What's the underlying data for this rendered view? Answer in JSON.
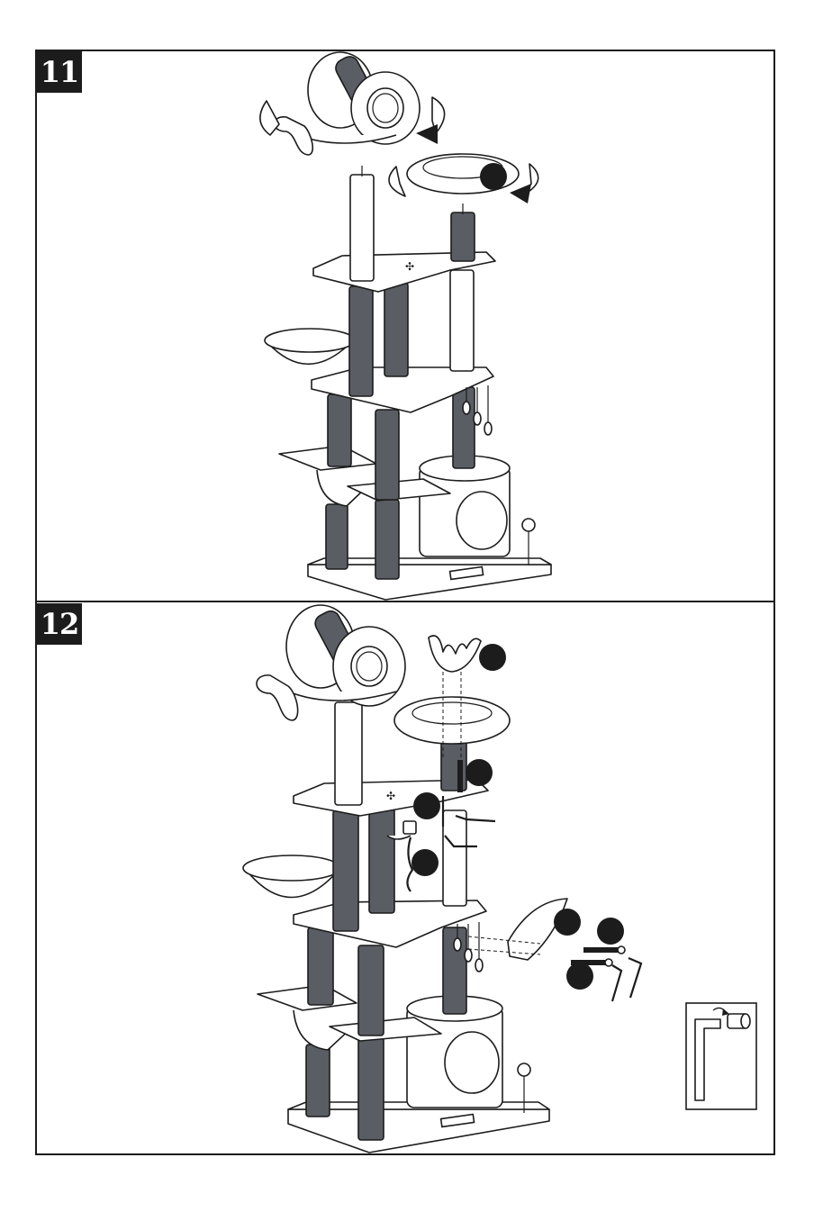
{
  "page": {
    "background": "#ffffff",
    "line_color": "#1c1c1c",
    "post_color": "#5a5d63"
  },
  "steps": [
    {
      "number": "11",
      "callouts": 1
    },
    {
      "number": "12",
      "callouts": 7,
      "inset": "hex-key-tightening-detail"
    }
  ]
}
